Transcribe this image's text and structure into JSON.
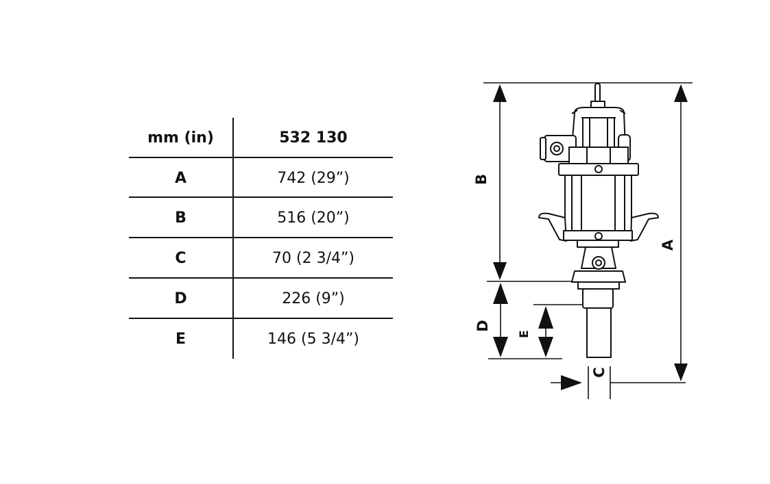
{
  "table": {
    "header": {
      "unit": "mm (in)",
      "model": "532 130"
    },
    "rows": [
      {
        "label": "A",
        "value": "742 (29”)"
      },
      {
        "label": "B",
        "value": "516 (20”)"
      },
      {
        "label": "C",
        "value": "70 (2 3/4”)"
      },
      {
        "label": "D",
        "value": "226 (9”)"
      },
      {
        "label": "E",
        "value": "146 (5 3/4”)"
      }
    ]
  },
  "diagram": {
    "labels": {
      "a": "A",
      "b": "B",
      "c": "C",
      "d": "D",
      "e": "E"
    }
  }
}
